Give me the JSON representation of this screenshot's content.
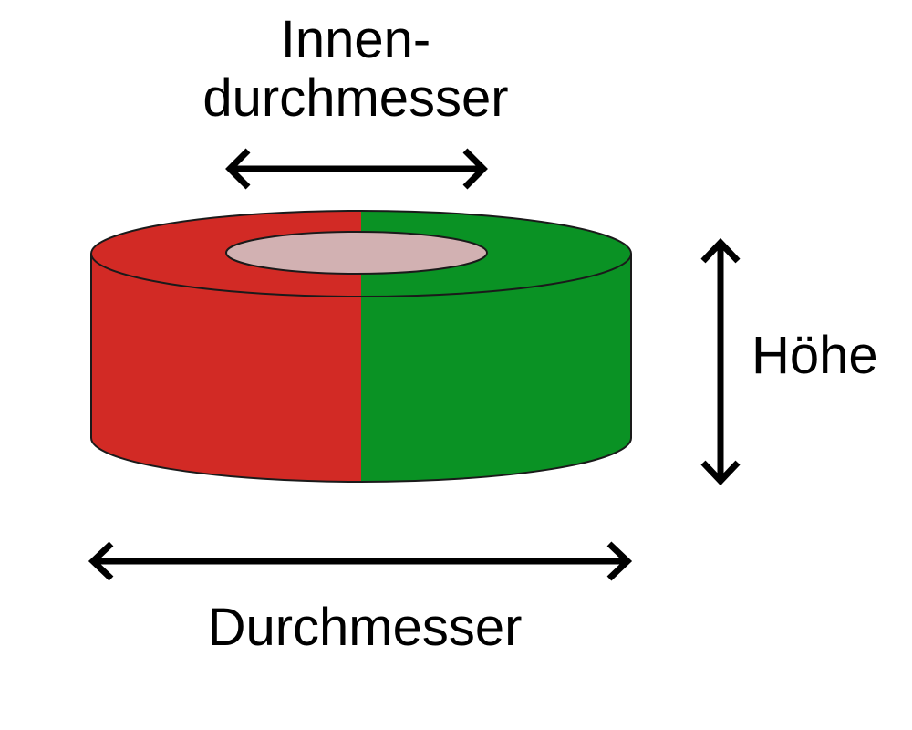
{
  "labels": {
    "inner_diameter_line1": "Innen-",
    "inner_diameter_line2": "durchmesser",
    "height": "Höhe",
    "diameter": "Durchmesser"
  },
  "colors": {
    "red_half": "#d22a25",
    "green_half": "#0a9224",
    "hole": "#d2b1b2",
    "outline": "#1a1a1a",
    "arrow": "#000000"
  }
}
